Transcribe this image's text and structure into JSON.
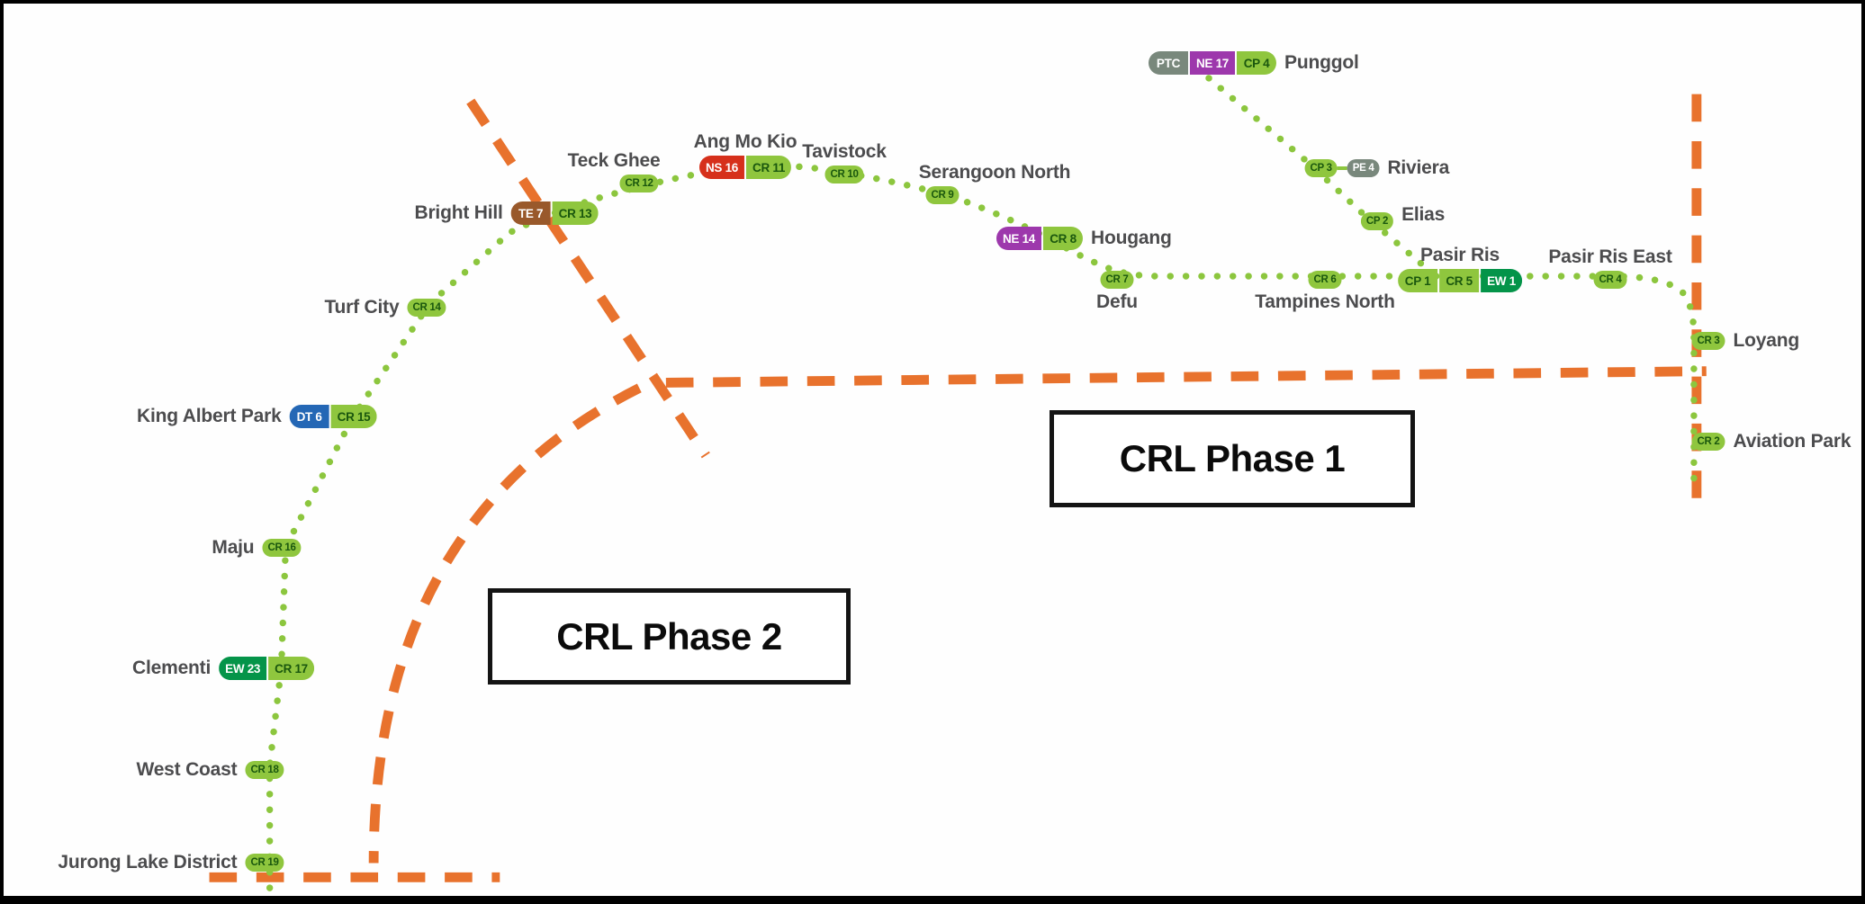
{
  "title": "Cross Island Line (CRL) phase diagram",
  "colors": {
    "route_dot_green": "#8CC63E",
    "phase_boundary_orange": "#E8722D",
    "crl_badge_green": "#8FC63E",
    "ns_line_red": "#D6301B",
    "ew_line_green": "#049449",
    "dt_line_blue": "#2467B5",
    "te_line_brown": "#99592B",
    "ne_line_purple": "#9D38AC",
    "lrt_grey": "#79887C",
    "station_label_grey": "#4C4C4E"
  },
  "phase_labels": [
    {
      "text": "CRL Phase 1"
    },
    {
      "text": "CRL Phase 2"
    }
  ],
  "stations": [
    {
      "name": "Jurong Lake District",
      "badges": [
        {
          "code": "CR 19"
        }
      ]
    },
    {
      "name": "West Coast",
      "badges": [
        {
          "code": "CR 18"
        }
      ]
    },
    {
      "name": "Clementi",
      "badges": [
        {
          "code": "EW 23"
        },
        {
          "code": "CR 17"
        }
      ]
    },
    {
      "name": "Maju",
      "badges": [
        {
          "code": "CR 16"
        }
      ]
    },
    {
      "name": "King Albert Park",
      "badges": [
        {
          "code": "DT 6"
        },
        {
          "code": "CR 15"
        }
      ]
    },
    {
      "name": "Turf City",
      "badges": [
        {
          "code": "CR 14"
        }
      ]
    },
    {
      "name": "Bright Hill",
      "badges": [
        {
          "code": "TE 7"
        },
        {
          "code": "CR 13"
        }
      ]
    },
    {
      "name": "Teck Ghee",
      "badges": [
        {
          "code": "CR 12"
        }
      ]
    },
    {
      "name": "Ang Mo Kio",
      "badges": [
        {
          "code": "NS 16"
        },
        {
          "code": "CR 11"
        }
      ]
    },
    {
      "name": "Tavistock",
      "badges": [
        {
          "code": "CR 10"
        }
      ]
    },
    {
      "name": "Serangoon North",
      "badges": [
        {
          "code": "CR 9"
        }
      ]
    },
    {
      "name": "Hougang",
      "badges": [
        {
          "code": "NE 14"
        },
        {
          "code": "CR 8"
        }
      ]
    },
    {
      "name": "Defu",
      "badges": [
        {
          "code": "CR 7"
        }
      ]
    },
    {
      "name": "Tampines North",
      "badges": [
        {
          "code": "CR 6"
        }
      ]
    },
    {
      "name": "Pasir Ris",
      "badges": [
        {
          "code": "CP 1"
        },
        {
          "code": "CR 5"
        },
        {
          "code": "EW 1"
        }
      ]
    },
    {
      "name": "Pasir Ris East",
      "badges": [
        {
          "code": "CR 4"
        }
      ]
    },
    {
      "name": "Loyang",
      "badges": [
        {
          "code": "CR 3"
        }
      ]
    },
    {
      "name": "Aviation Park",
      "badges": [
        {
          "code": "CR 2"
        }
      ]
    },
    {
      "name": "Punggol",
      "badges": [
        {
          "code": "PTC"
        },
        {
          "code": "NE 17"
        },
        {
          "code": "CP 4"
        }
      ]
    },
    {
      "name": "Riviera",
      "badges": [
        {
          "code": "CP 3"
        },
        {
          "code": "PE 4"
        }
      ]
    },
    {
      "name": "Elias",
      "badges": [
        {
          "code": "CP 2"
        }
      ]
    }
  ]
}
